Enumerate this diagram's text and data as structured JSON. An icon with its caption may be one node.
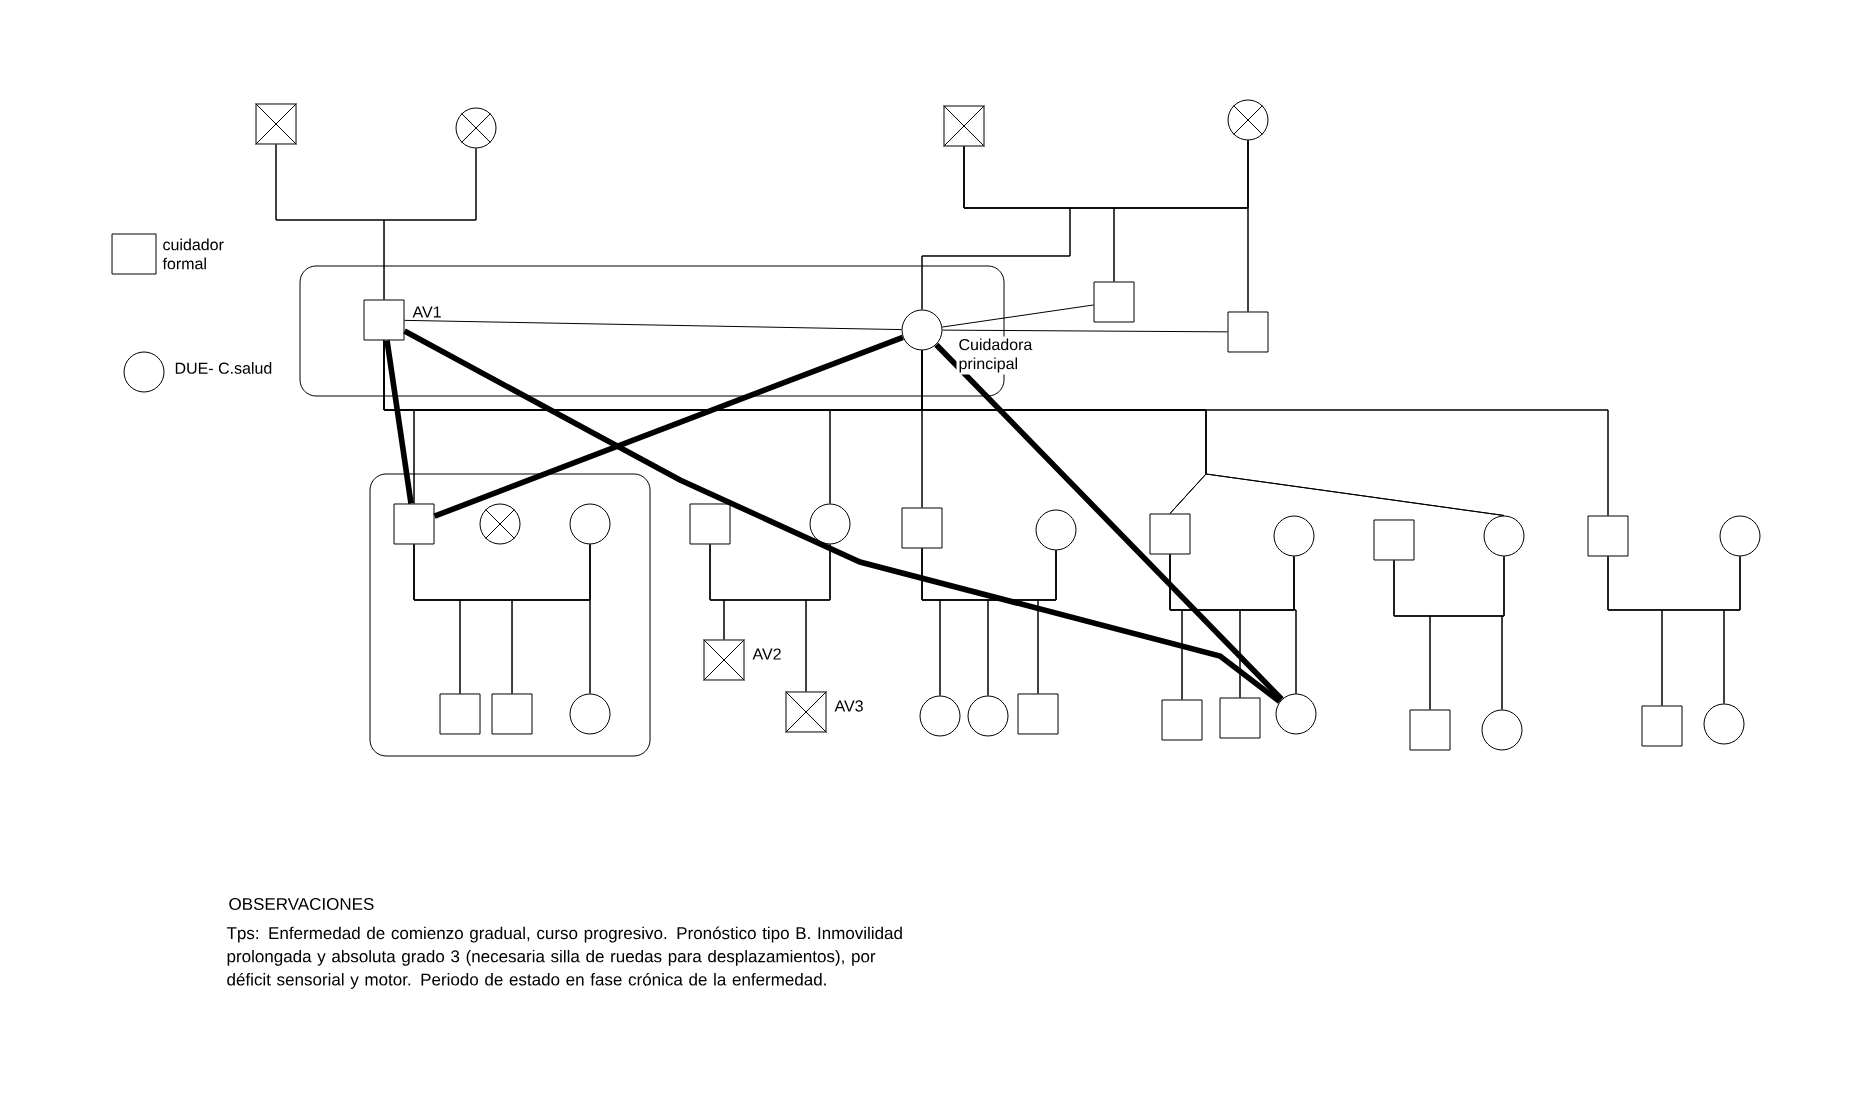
{
  "diagram": {
    "nodes": [
      {
        "text": [],
        "shape": "box"
      },
      {
        "text": [],
        "shape": "circle"
      },
      {
        "text": [],
        "shape": "box"
      },
      {
        "text": [],
        "shape": "circle"
      },
      {
        "text": [],
        "shape": "box"
      },
      {
        "text": [],
        "shape": "box",
        "in": 4,
        "beside": [
          "AV1"
        ]
      },
      {
        "text": [],
        "shape": "circle",
        "in": 4,
        "beside": [
          "Cuidadora principal"
        ]
      },
      {
        "text": [],
        "shape": "box"
      },
      {
        "text": [],
        "shape": "box"
      },
      {
        "text": [],
        "shape": "box"
      },
      {
        "text": [],
        "shape": "box",
        "in": 9
      },
      {
        "text": [],
        "shape": "circle",
        "in": 9
      },
      {
        "text": [],
        "shape": "circle",
        "in": 9
      },
      {
        "text": [],
        "shape": "box"
      },
      {
        "text": [],
        "shape": "circle"
      },
      {
        "text": [],
        "shape": "box"
      },
      {
        "text": [],
        "shape": "circle"
      },
      {
        "text": [],
        "shape": "box"
      },
      {
        "text": [],
        "shape": "circle"
      },
      {
        "text": [],
        "shape": "box"
      },
      {
        "text": [],
        "shape": "circle"
      },
      {
        "text": [],
        "shape": "box"
      },
      {
        "text": [],
        "shape": "circle"
      },
      {
        "text": [],
        "shape": "box",
        "in": 9
      },
      {
        "text": [],
        "shape": "box",
        "in": 9
      },
      {
        "text": [],
        "shape": "circle",
        "in": 9
      },
      {
        "text": [],
        "shape": "box",
        "beside": [
          "AV2"
        ]
      },
      {
        "text": [],
        "shape": "box",
        "beside": [
          "AV3"
        ]
      },
      {
        "text": [],
        "shape": "circle"
      },
      {
        "text": [],
        "shape": "circle"
      },
      {
        "text": [],
        "shape": "box"
      },
      {
        "text": [],
        "shape": "box"
      },
      {
        "text": [],
        "shape": "box"
      },
      {
        "text": [],
        "shape": "circle"
      },
      {
        "text": [],
        "shape": "box"
      },
      {
        "text": [],
        "shape": "circle"
      },
      {
        "text": [],
        "shape": "box"
      },
      {
        "text": [],
        "shape": "circle"
      }
    ],
    "edges": [
      {
        "from": 0,
        "to": 1,
        "arrow": "none"
      },
      {
        "from": 2,
        "to": 3,
        "arrow": "none"
      },
      {
        "from": 5,
        "to": 6,
        "arrow": "none"
      },
      {
        "from": 10,
        "to": 12,
        "arrow": "none"
      },
      {
        "from": 13,
        "to": 14,
        "arrow": "none"
      },
      {
        "from": 15,
        "to": 16,
        "arrow": "none"
      },
      {
        "from": 17,
        "to": 18,
        "arrow": "none"
      },
      {
        "from": 19,
        "to": 20,
        "arrow": "none"
      },
      {
        "from": 21,
        "to": 22,
        "arrow": "none"
      },
      {
        "from": 6,
        "to": 7,
        "arrow": "none"
      },
      {
        "from": 6,
        "to": 8,
        "arrow": "none"
      },
      {
        "from": 0,
        "to": 5,
        "arrow": "none"
      },
      {
        "from": 1,
        "to": 5,
        "arrow": "none"
      },
      {
        "from": 2,
        "to": 6,
        "arrow": "none"
      },
      {
        "from": 3,
        "to": 6,
        "arrow": "none"
      },
      {
        "from": 2,
        "to": 7,
        "arrow": "none"
      },
      {
        "from": 3,
        "to": 7,
        "arrow": "none"
      },
      {
        "from": 2,
        "to": 8,
        "arrow": "none"
      },
      {
        "from": 3,
        "to": 8,
        "arrow": "none"
      },
      {
        "from": 5,
        "to": 10,
        "arrow": "none"
      },
      {
        "from": 6,
        "to": 10,
        "arrow": "none"
      },
      {
        "from": 5,
        "to": 14,
        "arrow": "none"
      },
      {
        "from": 6,
        "to": 14,
        "arrow": "none"
      },
      {
        "from": 5,
        "to": 15,
        "arrow": "none"
      },
      {
        "from": 6,
        "to": 15,
        "arrow": "none"
      },
      {
        "from": 5,
        "to": 17,
        "arrow": "none"
      },
      {
        "from": 6,
        "to": 17,
        "arrow": "none"
      },
      {
        "from": 5,
        "to": 20,
        "arrow": "none"
      },
      {
        "from": 6,
        "to": 20,
        "arrow": "none"
      },
      {
        "from": 5,
        "to": 21,
        "arrow": "none"
      },
      {
        "from": 6,
        "to": 21,
        "arrow": "none"
      },
      {
        "from": 10,
        "to": 23,
        "arrow": "none"
      },
      {
        "from": 12,
        "to": 23,
        "arrow": "none"
      },
      {
        "from": 10,
        "to": 24,
        "arrow": "none"
      },
      {
        "from": 12,
        "to": 24,
        "arrow": "none"
      },
      {
        "from": 10,
        "to": 25,
        "arrow": "none"
      },
      {
        "from": 12,
        "to": 25,
        "arrow": "none"
      },
      {
        "from": 13,
        "to": 26,
        "arrow": "none"
      },
      {
        "from": 14,
        "to": 26,
        "arrow": "none"
      },
      {
        "from": 13,
        "to": 27,
        "arrow": "none"
      },
      {
        "from": 14,
        "to": 27,
        "arrow": "none"
      },
      {
        "from": 15,
        "to": 28,
        "arrow": "none"
      },
      {
        "from": 16,
        "to": 28,
        "arrow": "none"
      },
      {
        "from": 15,
        "to": 29,
        "arrow": "none"
      },
      {
        "from": 16,
        "to": 29,
        "arrow": "none"
      },
      {
        "from": 15,
        "to": 30,
        "arrow": "none"
      },
      {
        "from": 16,
        "to": 30,
        "arrow": "none"
      },
      {
        "from": 17,
        "to": 31,
        "arrow": "none"
      },
      {
        "from": 18,
        "to": 31,
        "arrow": "none"
      },
      {
        "from": 17,
        "to": 32,
        "arrow": "none"
      },
      {
        "from": 18,
        "to": 32,
        "arrow": "none"
      },
      {
        "from": 17,
        "to": 33,
        "arrow": "none"
      },
      {
        "from": 18,
        "to": 33,
        "arrow": "none"
      },
      {
        "from": 19,
        "to": 34,
        "arrow": "none"
      },
      {
        "from": 20,
        "to": 34,
        "arrow": "none"
      },
      {
        "from": 19,
        "to": 35,
        "arrow": "none"
      },
      {
        "from": 20,
        "to": 35,
        "arrow": "none"
      },
      {
        "from": 21,
        "to": 36,
        "arrow": "none"
      },
      {
        "from": 22,
        "to": 36,
        "arrow": "none"
      },
      {
        "from": 21,
        "to": 37,
        "arrow": "none"
      },
      {
        "from": 22,
        "to": 37,
        "arrow": "none"
      },
      {
        "from": 5,
        "to": 10,
        "arrow": "none",
        "style": "thick"
      },
      {
        "from": 5,
        "to": 33,
        "arrow": "none",
        "style": "thick"
      },
      {
        "from": 6,
        "to": 10,
        "arrow": "none",
        "style": "thick"
      },
      {
        "from": 6,
        "to": 33,
        "arrow": "none",
        "style": "thick"
      }
    ],
    "labels": [
      "OBSERVACIONES",
      "Tps: Enfermedad de comienzo gradual, curso progresivo. Pronóstico tipo B. Inmovilidad prolongada y absoluta grado 3 (necesaria silla de ruedas para desplazamientos), por déficit sensorial y motor. Periodo de estado en fase crónica de la enfermedad."
    ],
    "legend": [
      {
        "text": "cuidador formal"
      },
      {
        "text": "DUE- C.salud"
      }
    ]
  }
}
